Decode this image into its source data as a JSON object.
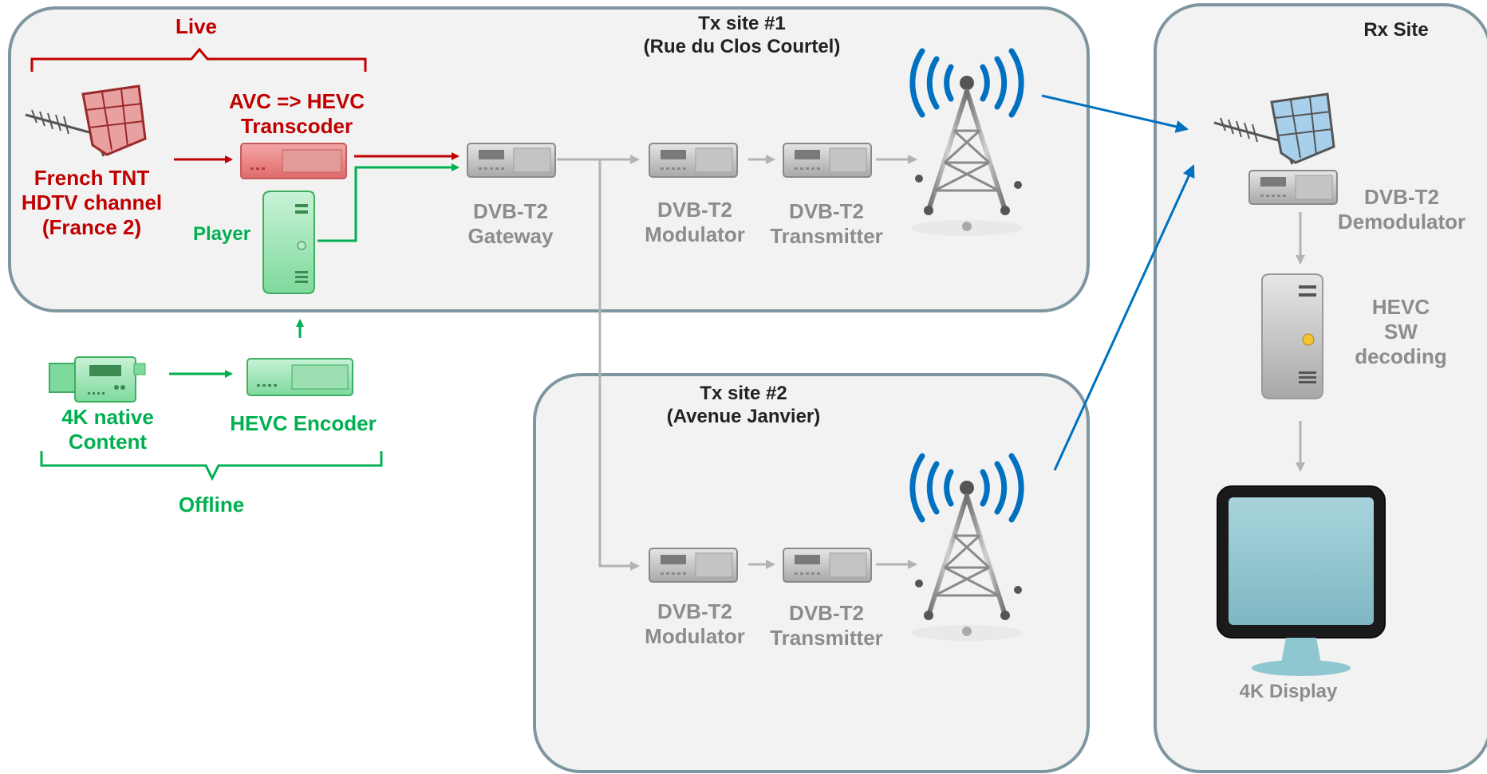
{
  "sites": {
    "tx1": {
      "title_line1": "Tx site #1",
      "title_line2": "(Rue du Clos Courtel)"
    },
    "tx2": {
      "title_line1": "Tx site #2",
      "title_line2": "(Avenue Janvier)"
    },
    "rx": {
      "title": "Rx Site"
    }
  },
  "live": {
    "label": "Live"
  },
  "offline": {
    "label": "Offline"
  },
  "source": {
    "line1": "French TNT",
    "line2": "HDTV channel",
    "line3": "(France 2)"
  },
  "transcoder": {
    "line1": "AVC => HEVC",
    "line2": "Transcoder"
  },
  "player": {
    "label": "Player"
  },
  "camera": {
    "line1": "4K native",
    "line2": "Content"
  },
  "encoder": {
    "label": "HEVC Encoder"
  },
  "gateway": {
    "line1": "DVB-T2",
    "line2": "Gateway"
  },
  "modulator1": {
    "line1": "DVB-T2",
    "line2": "Modulator"
  },
  "transmitter1": {
    "line1": "DVB-T2",
    "line2": "Transmitter"
  },
  "modulator2": {
    "line1": "DVB-T2",
    "line2": "Modulator"
  },
  "transmitter2": {
    "line1": "DVB-T2",
    "line2": "Transmitter"
  },
  "demodulator": {
    "line1": "DVB-T2",
    "line2": "Demodulator"
  },
  "decoder": {
    "line1": "HEVC",
    "line2": "SW",
    "line3": "decoding"
  },
  "display": {
    "label": "4K Display"
  },
  "colors": {
    "live": "#c00000",
    "offline": "#00b050",
    "device": "#a6a6a6",
    "radio": "#0070c0",
    "site_border": "#7f96a0",
    "site_fill": "#f2f2f2"
  }
}
